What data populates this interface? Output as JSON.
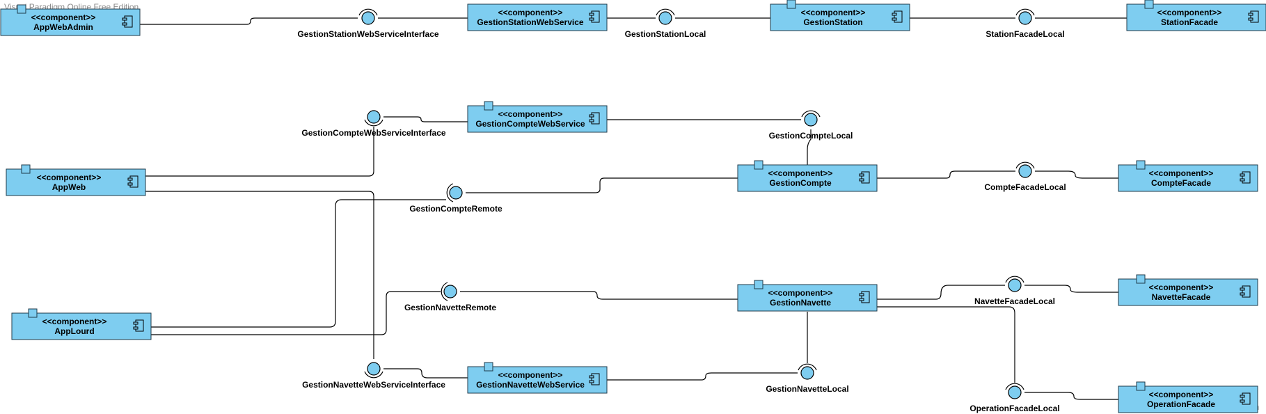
{
  "stereotype": "<<component>>",
  "components": [
    {
      "id": "AppWebAdmin",
      "name": "AppWebAdmin",
      "icon": "component-icon"
    },
    {
      "id": "GestionStationWebService",
      "name": "GestionStationWebService",
      "icon": "component-icon"
    },
    {
      "id": "GestionStation",
      "name": "GestionStation",
      "icon": "component-icon"
    },
    {
      "id": "StationFacade",
      "name": "StationFacade",
      "icon": "component-icon"
    },
    {
      "id": "GestionCompteWebService",
      "name": "GestionCompteWebService",
      "icon": "component-icon"
    },
    {
      "id": "AppWeb",
      "name": "AppWeb",
      "icon": "component-icon"
    },
    {
      "id": "GestionCompte",
      "name": "GestionCompte",
      "icon": "component-icon"
    },
    {
      "id": "CompteFacade",
      "name": "CompteFacade",
      "icon": "component-icon"
    },
    {
      "id": "GestionNavette",
      "name": "GestionNavette",
      "icon": "component-icon"
    },
    {
      "id": "NavetteFacade",
      "name": "NavetteFacade",
      "icon": "component-icon"
    },
    {
      "id": "AppLourd",
      "name": "AppLourd",
      "icon": "component-icon"
    },
    {
      "id": "GestionNavetteWebService",
      "name": "GestionNavetteWebService",
      "icon": "component-icon"
    },
    {
      "id": "OperationFacade",
      "name": "OperationFacade",
      "icon": "component-icon"
    }
  ],
  "interfaces": [
    {
      "id": "GestionStationWebServiceInterface",
      "name": "GestionStationWebServiceInterface"
    },
    {
      "id": "GestionStationLocal",
      "name": "GestionStationLocal"
    },
    {
      "id": "StationFacadeLocal",
      "name": "StationFacadeLocal"
    },
    {
      "id": "GestionCompteWebServiceInterface",
      "name": "GestionCompteWebServiceInterface"
    },
    {
      "id": "GestionCompteLocal",
      "name": "GestionCompteLocal"
    },
    {
      "id": "GestionCompteRemote",
      "name": "GestionCompteRemote"
    },
    {
      "id": "CompteFacadeLocal",
      "name": "CompteFacadeLocal"
    },
    {
      "id": "GestionNavetteRemote",
      "name": "GestionNavetteRemote"
    },
    {
      "id": "NavetteFacadeLocal",
      "name": "NavetteFacadeLocal"
    },
    {
      "id": "GestionNavetteWebServiceInterface",
      "name": "GestionNavetteWebServiceInterface"
    },
    {
      "id": "GestionNavetteLocal",
      "name": "GestionNavetteLocal"
    },
    {
      "id": "OperationFacadeLocal",
      "name": "OperationFacadeLocal"
    }
  ],
  "connections": [
    {
      "from": "AppWebAdmin",
      "to": "GestionStationWebServiceInterface"
    },
    {
      "from": "GestionStationWebService",
      "to": "GestionStationWebServiceInterface"
    },
    {
      "from": "GestionStationWebService",
      "to": "GestionStationLocal"
    },
    {
      "from": "GestionStation",
      "to": "GestionStationLocal"
    },
    {
      "from": "GestionStation",
      "to": "StationFacadeLocal"
    },
    {
      "from": "StationFacade",
      "to": "StationFacadeLocal"
    },
    {
      "from": "AppWeb",
      "to": "GestionCompteWebServiceInterface"
    },
    {
      "from": "GestionCompteWebService",
      "to": "GestionCompteWebServiceInterface"
    },
    {
      "from": "GestionCompteWebService",
      "to": "GestionCompteLocal"
    },
    {
      "from": "GestionCompte",
      "to": "GestionCompteLocal"
    },
    {
      "from": "GestionCompte",
      "to": "GestionCompteRemote"
    },
    {
      "from": "AppLourd",
      "to": "GestionCompteRemote"
    },
    {
      "from": "GestionCompte",
      "to": "CompteFacadeLocal"
    },
    {
      "from": "CompteFacade",
      "to": "CompteFacadeLocal"
    },
    {
      "from": "AppLourd",
      "to": "GestionNavetteRemote"
    },
    {
      "from": "GestionNavette",
      "to": "GestionNavetteRemote"
    },
    {
      "from": "GestionNavette",
      "to": "NavetteFacadeLocal"
    },
    {
      "from": "NavetteFacade",
      "to": "NavetteFacadeLocal"
    },
    {
      "from": "AppWeb",
      "to": "GestionNavetteWebServiceInterface"
    },
    {
      "from": "GestionNavetteWebService",
      "to": "GestionNavetteWebServiceInterface"
    },
    {
      "from": "GestionNavetteWebService",
      "to": "GestionNavetteLocal"
    },
    {
      "from": "GestionNavette",
      "to": "GestionNavetteLocal"
    },
    {
      "from": "GestionNavette",
      "to": "OperationFacadeLocal"
    },
    {
      "from": "OperationFacade",
      "to": "OperationFacadeLocal"
    }
  ],
  "watermark": "Visual Paradigm Online Free Edition",
  "colors": {
    "component_fill": "#7ecdf0",
    "line": "#000000",
    "watermark": "#8a8a8a"
  }
}
